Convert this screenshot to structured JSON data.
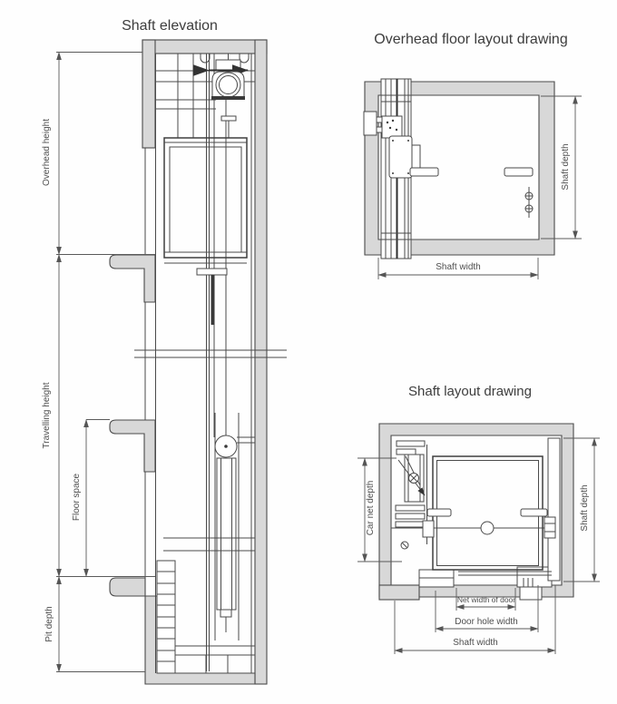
{
  "colors": {
    "background": "#fefefe",
    "wall_fill": "#d8d8d8",
    "line": "#4a4a4a",
    "dimension_line": "#5a5a5a",
    "text": "#4f4f4f"
  },
  "elevation": {
    "title": "Shaft elevation",
    "dimensions": {
      "overhead_height": "Overhead height",
      "travelling_height": "Travelling height",
      "floor_space": "Floor space",
      "pit_depth": "Pit depth"
    }
  },
  "overhead_layout": {
    "title": "Overhead floor layout drawing",
    "dimensions": {
      "shaft_depth": "Shaft depth",
      "shaft_width": "Shaft width"
    }
  },
  "shaft_layout": {
    "title": "Shaft layout drawing",
    "dimensions": {
      "car_net_depth": "Car net depth",
      "shaft_depth": "Shaft depth",
      "net_width_of_door": "Net width of door",
      "door_hole_width": "Door hole width",
      "shaft_width": "Shaft width"
    }
  }
}
